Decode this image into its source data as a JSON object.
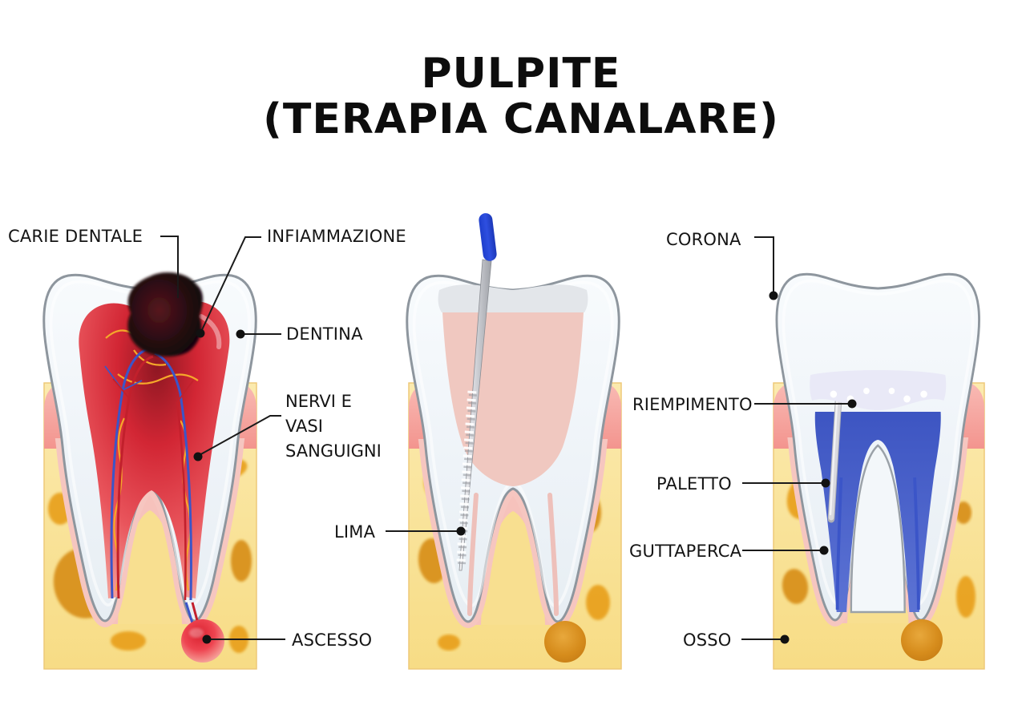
{
  "title": {
    "line1": "PULPITE",
    "line2": "(TERAPIA CANALARE)"
  },
  "labels": {
    "carie_dentale": "CARIE DENTALE",
    "infiammazione": "INFIAMMAZIONE",
    "dentina": "DENTINA",
    "nervi_vasi_line1": "NERVI E",
    "nervi_vasi_line2": "VASI",
    "nervi_vasi_line3": "SANGUIGNI",
    "lima": "LIMA",
    "ascesso": "ASCESSO",
    "corona": "CORONA",
    "riempimento": "RIEMPIMENTO",
    "paletto": "PALETTO",
    "guttaperca": "GUTTAPERCA",
    "osso": "OSSO"
  },
  "colors": {
    "background": "#ffffff",
    "text": "#141414",
    "tooth_enamel": "#eef3f7",
    "tooth_outline": "#8e969e",
    "gum_pink": "#f5a9a3",
    "gum_dark_lip": "#ec8680",
    "bone_yellow": "#f9e49a",
    "bone_spot_orange": "#e8a01f",
    "pulp_red": "#d92230",
    "cavity_black": "#120608",
    "nerve_orange": "#f5a82a",
    "vessel_blue": "#3b55c8",
    "vessel_red": "#c2202c",
    "file_handle_blue": "#2b49d6",
    "file_metal_gray": "#c9cbd0",
    "guttapercha_blue": "#4259c8",
    "filling_lavender": "#e9e9f7",
    "post_gray": "#d9d9de",
    "abscess_red": "#ee3c48",
    "granuloma_orange": "#d68c1c"
  }
}
